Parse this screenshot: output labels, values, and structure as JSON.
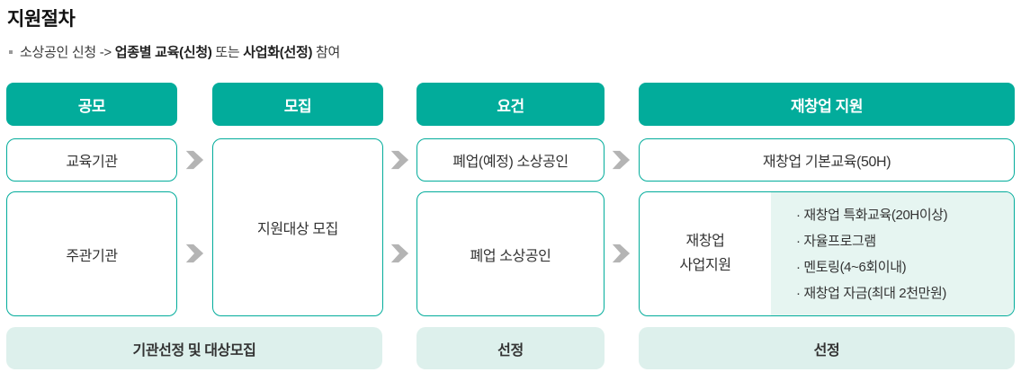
{
  "title": "지원절차",
  "subtitle": {
    "prefix": "소상공인 신청 -> ",
    "bold_1": "업종별 교육(신청)",
    "middle": " 또는 ",
    "bold_2": "사업화(선정)",
    "suffix": " 참여"
  },
  "colors": {
    "teal": "#02ac9b",
    "mint": "#ddf0ec",
    "mint-light": "#e6f5f1",
    "arrow": "#b4b4b4",
    "text": "#333333",
    "title": "#111111"
  },
  "flow": {
    "headers": [
      "공모",
      "모집",
      "요건",
      "재창업 지원"
    ],
    "col1": {
      "row1": "교육기관",
      "row2": "주관기관"
    },
    "col2": {
      "tall": "지원대상 모집"
    },
    "col3": {
      "row1": "폐업(예정) 소상공인",
      "row2": "폐업 소상공인"
    },
    "col4": {
      "row1": "재창업 기본교육(50H)",
      "row2_label_line1": "재창업",
      "row2_label_line2": "사업지원",
      "row2_bullets": [
        "· 재창업 특화교육(20H이상)",
        "· 자율프로그램",
        "· 멘토링(4~6회이내)",
        "· 재창업 자금(최대 2천만원)"
      ]
    },
    "footers": [
      "기관선정 및 대상모집",
      "선정",
      "선정"
    ]
  }
}
